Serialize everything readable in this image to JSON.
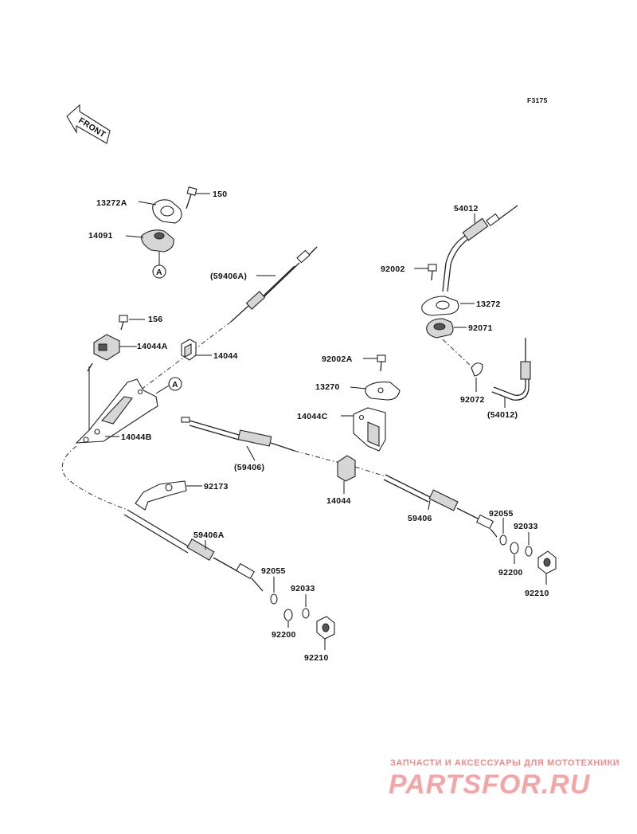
{
  "figure_id": "F3175",
  "front_label": "FRONT",
  "callout_letter": "A",
  "parts": {
    "p13272A": "13272A",
    "p150": "150",
    "p14091": "14091",
    "p59406A_paren": "(59406A)",
    "p156": "156",
    "p14044A": "14044A",
    "p14044_top": "14044",
    "p14044B": "14044B",
    "p92173": "92173",
    "p59406A": "59406A",
    "p92055_left": "92055",
    "p92033_left": "92033",
    "p92200_left": "92200",
    "p92210_left": "92210",
    "p59406_paren": "(59406)",
    "p14044_mid": "14044",
    "p92002A": "92002A",
    "p13270": "13270",
    "p14044C": "14044C",
    "p54012": "54012",
    "p92002": "92002",
    "p13272": "13272",
    "p92071": "92071",
    "p92072": "92072",
    "p54012_paren": "(54012)",
    "p59406": "59406",
    "p92055_right": "92055",
    "p92033_right": "92033",
    "p92200_right": "92200",
    "p92210_right": "92210"
  },
  "watermark": {
    "line1": "ЗАПЧАСТИ И АКСЕССУАРЫ ДЛЯ МОТОТЕХНИКИ",
    "line2": "PARTSFOR.RU"
  },
  "colors": {
    "line": "#111111",
    "watermark": "#f08a8a"
  }
}
